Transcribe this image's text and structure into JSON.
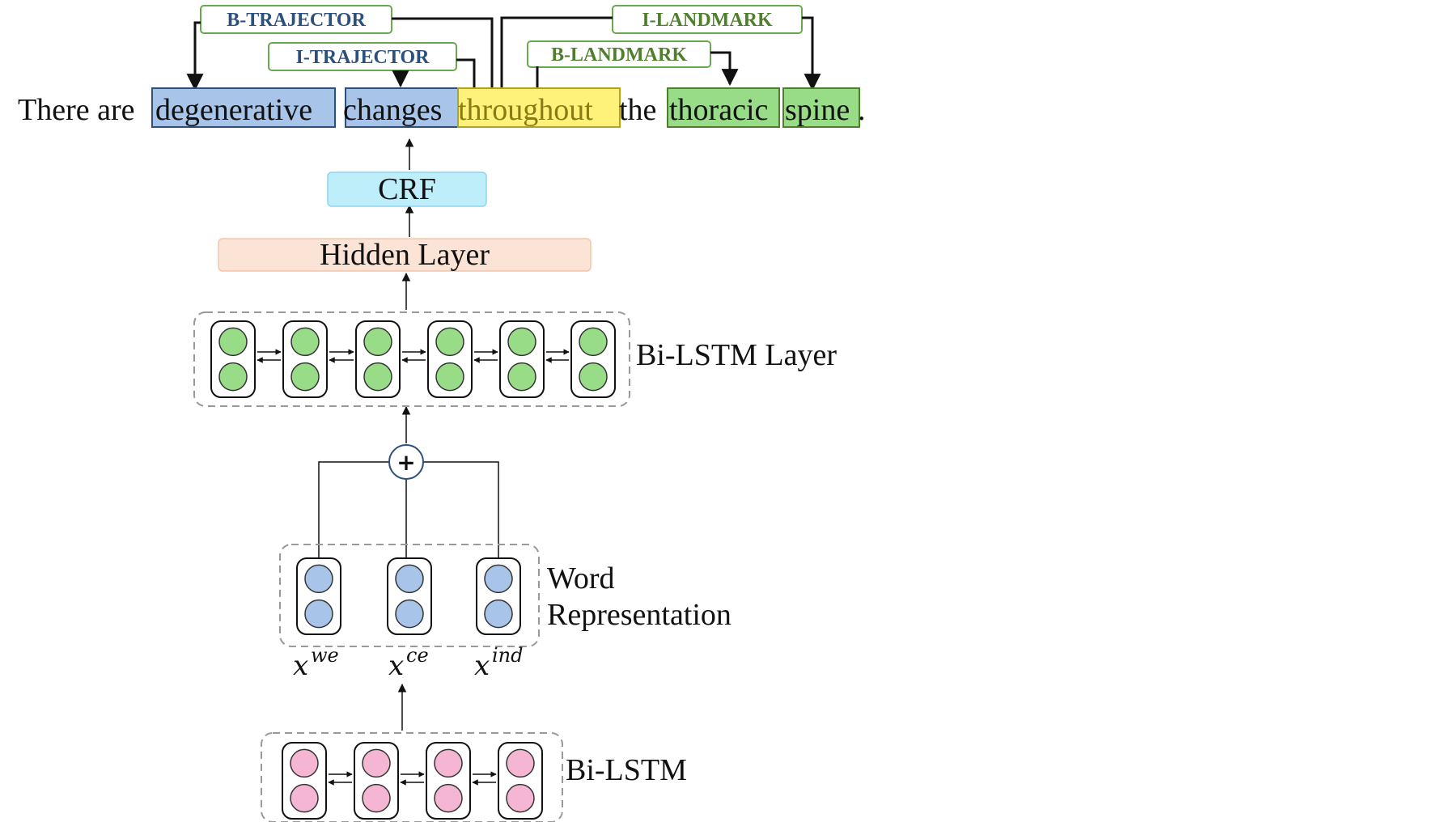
{
  "tags": {
    "b_trajector": "B-TRAJECTOR",
    "i_trajector": "I-TRAJECTOR",
    "i_landmark": "I-LANDMARK",
    "b_landmark": "B-LANDMARK"
  },
  "sentence": {
    "w1": "There are",
    "w2": "degenerative",
    "w3": "changes",
    "w4": "throughout",
    "w5": "the",
    "w6": "thoracic",
    "w7": "spine",
    "w8": "."
  },
  "layers": {
    "crf": "CRF",
    "hidden": "Hidden Layer",
    "bilstm_layer": "Bi-LSTM Layer",
    "word_rep_line1": "Word",
    "word_rep_line2": "Representation",
    "bilstm": "Bi-LSTM",
    "concat_symbol": "+"
  },
  "inputs": {
    "x_we_base": "x",
    "x_we_sup": "we",
    "x_ce_base": "x",
    "x_ce_sup": "ce",
    "x_ind_base": "x",
    "x_ind_sup": "ind"
  },
  "colors": {
    "trajector_text": "#2c4f7c",
    "landmark_text": "#4f7f2c",
    "trajector_fill": "#a8c4e8",
    "spatial_fill": "#fff27a",
    "landmark_fill": "#98dc88",
    "crf_fill": "#bfeefb",
    "hidden_fill": "#fbe3d6",
    "lstm_green": "#98dc88",
    "rep_blue": "#a8c4e8",
    "char_pink": "#f4b6d2"
  }
}
